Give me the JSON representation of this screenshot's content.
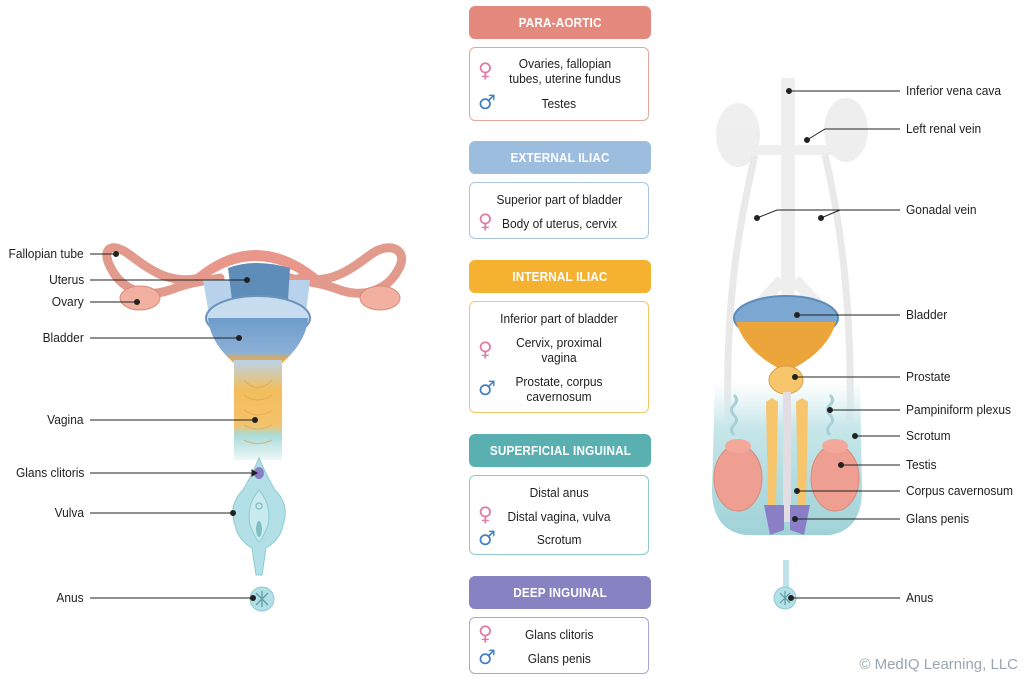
{
  "colors": {
    "para_aortic": "#e4897d",
    "external_iliac": "#9dbddf",
    "internal_iliac": "#f5b130",
    "superficial_inguinal": "#5aafb1",
    "deep_inguinal": "#8782c1",
    "female_symbol": "#e07aa5",
    "male_symbol": "#3f7fc4"
  },
  "symbols": {
    "female": "♀",
    "male": "♂"
  },
  "female_diagram": {
    "labels": [
      "Fallopian tube",
      "Uterus",
      "Ovary",
      "Bladder",
      "Vagina",
      "Glans clitoris",
      "Vulva",
      "Anus"
    ]
  },
  "male_diagram": {
    "labels": [
      "Inferior vena cava",
      "Left renal vein",
      "Gonadal vein",
      "Bladder",
      "Prostate",
      "Pampiniform plexus",
      "Scrotum",
      "Testis",
      "Corpus cavernosum",
      "Glans penis",
      "Anus"
    ]
  },
  "lymph_nodes": [
    {
      "title": "PARA-AORTIC",
      "rows": [
        {
          "sex": "female",
          "text": "Ovaries, fallopian tubes, uterine fundus"
        },
        {
          "sex": "male",
          "text": "Testes"
        }
      ]
    },
    {
      "title": "EXTERNAL ILIAC",
      "rows": [
        {
          "sex": "",
          "text": "Superior part of bladder"
        },
        {
          "sex": "female",
          "text": "Body of uterus, cervix"
        }
      ]
    },
    {
      "title": "INTERNAL ILIAC",
      "rows": [
        {
          "sex": "",
          "text": "Inferior part of bladder"
        },
        {
          "sex": "female",
          "text": "Cervix, proximal vagina"
        },
        {
          "sex": "male",
          "text": "Prostate, corpus cavernosum"
        }
      ]
    },
    {
      "title": "SUPERFICIAL INGUINAL",
      "rows": [
        {
          "sex": "",
          "text": "Distal anus"
        },
        {
          "sex": "female",
          "text": "Distal vagina, vulva"
        },
        {
          "sex": "male",
          "text": "Scrotum"
        }
      ]
    },
    {
      "title": "DEEP INGUINAL",
      "rows": [
        {
          "sex": "female",
          "text": "Glans clitoris"
        },
        {
          "sex": "male",
          "text": "Glans penis"
        }
      ]
    }
  ],
  "copyright": "© MedIQ Learning, LLC"
}
